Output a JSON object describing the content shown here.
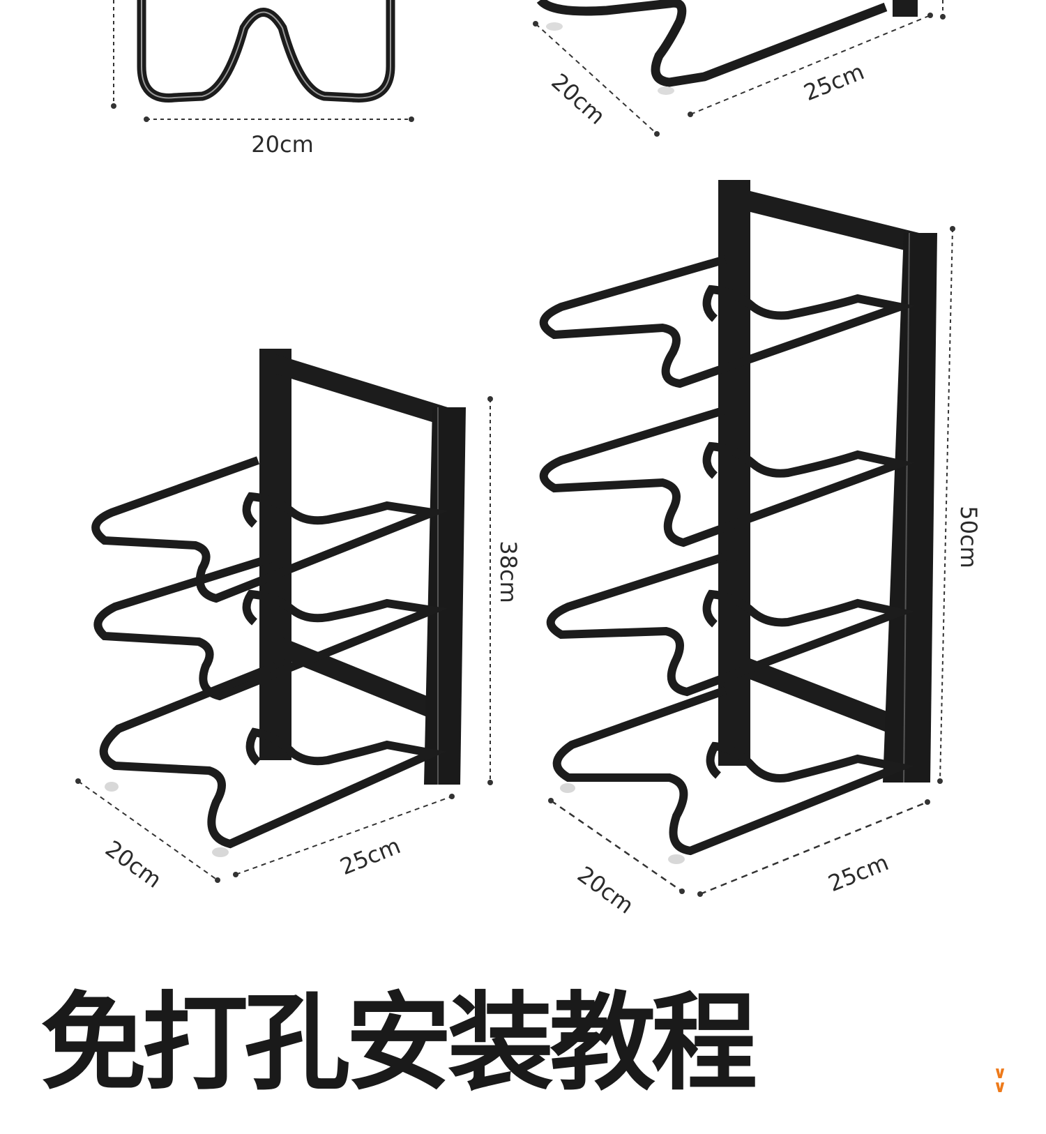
{
  "top_left": {
    "width_label": "20cm"
  },
  "top_right": {
    "depth_label": "20cm",
    "length_label": "25cm"
  },
  "rack_small": {
    "height_label": "38cm",
    "depth_label": "20cm",
    "length_label": "25cm",
    "tiers": 3
  },
  "rack_large": {
    "height_label": "50cm",
    "depth_label": "20cm",
    "length_label": "25cm",
    "tiers": 4
  },
  "section_title": "免打孔安装教程",
  "scroll_hint": {
    "glyph_top": "∨",
    "glyph_bottom": "∨",
    "color": "#ee7a1a"
  },
  "colors": {
    "frame": "#1c1c1c",
    "dim_line": "#333333",
    "text": "#1a1a1a"
  }
}
